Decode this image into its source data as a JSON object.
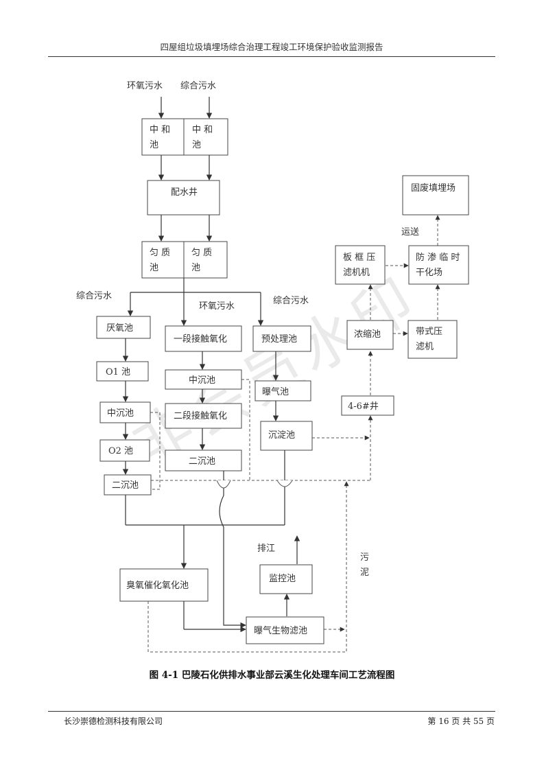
{
  "header": {
    "title": "四屋组垃圾填埋场综合治理工程竣工环境保护验收监测报告"
  },
  "watermark": "非会员水印",
  "diagram": {
    "inputs": {
      "epoxy_left": "环氧污水",
      "comp_left": "综合污水"
    },
    "boxes": {
      "neutral1_a": "中 和",
      "neutral1_b": "池",
      "neutral2_a": "中 和",
      "neutral2_b": "池",
      "distribution_well": "配水井",
      "equalize1_a": "匀 质",
      "equalize1_b": "池",
      "equalize2_a": "匀 质",
      "equalize2_b": "池",
      "anoxic": "厌氧池",
      "o1": "O1 池",
      "mid_settle_left": "中沉池",
      "o2": "O2 池",
      "sec_settle_left": "二沉池",
      "contact_ox1": "一段接触氧化",
      "mid_settle_mid": "中沉池",
      "contact_ox2": "二段接触氧化",
      "sec_settle_mid": "二沉池",
      "pretreat": "预处理池",
      "aeration": "曝气池",
      "sediment": "沉淀池",
      "ozone": "臭氧催化氧化池",
      "monitor": "监控池",
      "biofilter": "曝气生物滤池",
      "solid_landfill": "固废填埋场",
      "plate_press_a": "板 框 压",
      "plate_press_b": "滤机机",
      "antiseep_a": "防 渗 临 时",
      "antiseep_b": "干化场",
      "thickener": "浓缩池",
      "belt_press_a": "带式压",
      "belt_press_b": "滤机",
      "well": "4-6#井"
    },
    "labels": {
      "comp_branch_left": "综合污水",
      "epoxy_branch": "环氧污水",
      "comp_branch_right": "综合污水",
      "discharge": "排江",
      "sludge_a": "污",
      "sludge_b": "泥",
      "transport": "运送"
    }
  },
  "caption": "图 4-1  巴陵石化供排水事业部云溪生化处理车间工艺流程图",
  "footer": {
    "company": "长沙崇德检测科技有限公司",
    "page": "第 16 页 共 55 页"
  }
}
